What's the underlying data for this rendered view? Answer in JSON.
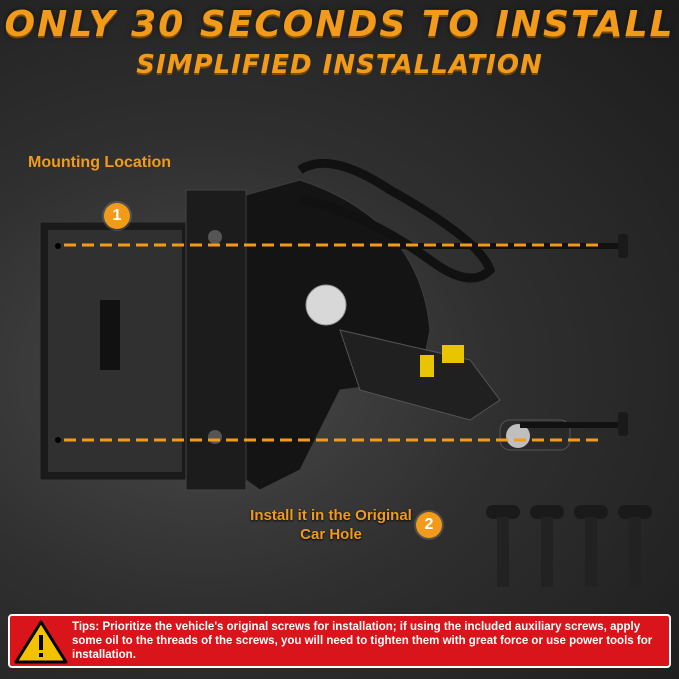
{
  "header": {
    "title": "ONLY 30 SECONDS TO INSTALL",
    "subtitle": "SIMPLIFIED INSTALLATION"
  },
  "steps": {
    "mounting_label": "Mounting Location",
    "step1_number": "1",
    "step2_number": "2",
    "step2_label": "Install it in the Original Car Hole"
  },
  "tips": {
    "prefix": "Tips:",
    "text": "Prioritize the vehicle's original screws for installation; if using the included auxiliary screws, apply some oil to the threads of the screws, you will need to tighten them with great force or use power tools for installation."
  },
  "colors": {
    "accent": "#f29b1b",
    "tips_background": "#d9151b",
    "warning_icon": "#f2c200"
  },
  "icons": {
    "warning": "warning-triangle-icon"
  }
}
